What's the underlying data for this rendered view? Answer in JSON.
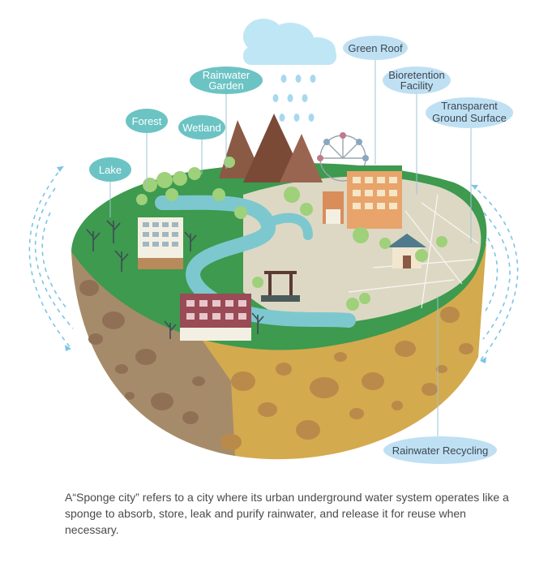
{
  "labels": {
    "lake": "Lake",
    "forest": "Forest",
    "wetland": "Wetland",
    "rainwater_garden_l1": "Rainwater",
    "rainwater_garden_l2": "Garden",
    "green_roof": "Green Roof",
    "bioretention_l1": "Bioretention",
    "bioretention_l2": "Facility",
    "transparent_l1": "Transparent",
    "transparent_l2": "Ground Surface",
    "rainwater_recycling": "Rainwater Recycling"
  },
  "caption": "A“Sponge city” refers to a city where its urban underground water system operates like a sponge to absorb, store, leak and purify rainwater, and release it for reuse when necessary.",
  "colors": {
    "teal_callout": "#6cc3c4",
    "blue_callout": "#bfe0f3",
    "grass": "#3d9a4e",
    "soil_dark": "#a68b6b",
    "soil_light": "#d4aa4e",
    "river": "#7dc8cf",
    "mountain": "#8b5a44",
    "rain": "#9fd3ea"
  }
}
